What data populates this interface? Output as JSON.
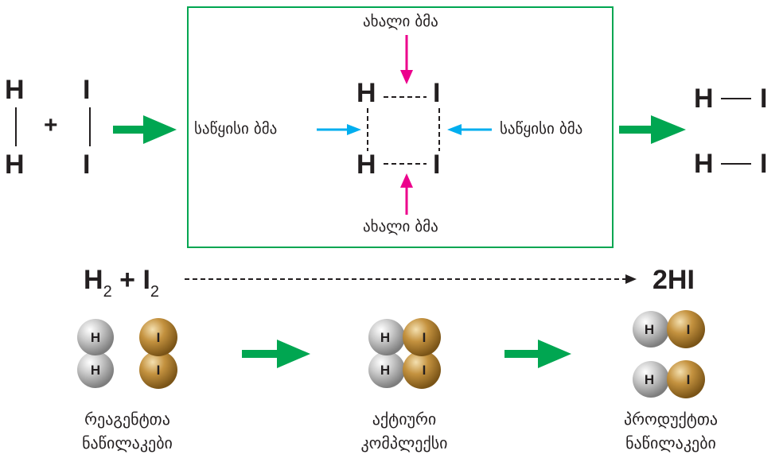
{
  "colors": {
    "green_arrow": "#00a651",
    "magenta_arrow": "#ec008c",
    "cyan_arrow": "#00aeef",
    "box_border": "#00a651",
    "hydrogen_atom": "#b3b3b3",
    "iodine_atom": "#b5822f"
  },
  "reactants": {
    "h_top": "H",
    "h_bottom": "H",
    "plus": "+",
    "i_top": "I",
    "i_bottom": "I"
  },
  "transition_box": {
    "new_bond_top": "ახალი ბმა",
    "new_bond_bottom": "ახალი ბმა",
    "initial_bond_left": "საწყისი ბმა",
    "initial_bond_right": "საწყისი ბმა",
    "h_top": "H",
    "h_bottom": "H",
    "i_top": "I",
    "i_bottom": "I"
  },
  "products": {
    "h_top": "H",
    "i_top": "I",
    "h_bottom": "H",
    "i_bottom": "I"
  },
  "equation": {
    "h": "H",
    "h_sub": "2",
    "plus": "+",
    "i": "I",
    "i_sub": "2",
    "product": "2HI"
  },
  "molecules": {
    "reagent_h1": "H",
    "reagent_h2": "H",
    "reagent_i1": "I",
    "reagent_i2": "I",
    "complex_h1": "H",
    "complex_i1": "I",
    "complex_h2": "H",
    "complex_i2": "I",
    "product_h1": "H",
    "product_i1": "I",
    "product_h2": "H",
    "product_i2": "I"
  },
  "captions": {
    "reagents_line1": "რეაგენტთა",
    "reagents_line2": "ნაწილაკები",
    "complex_line1": "აქტიური",
    "complex_line2": "კომპლექსი",
    "products_line1": "პროდუქტთა",
    "products_line2": "ნაწილაკები"
  }
}
